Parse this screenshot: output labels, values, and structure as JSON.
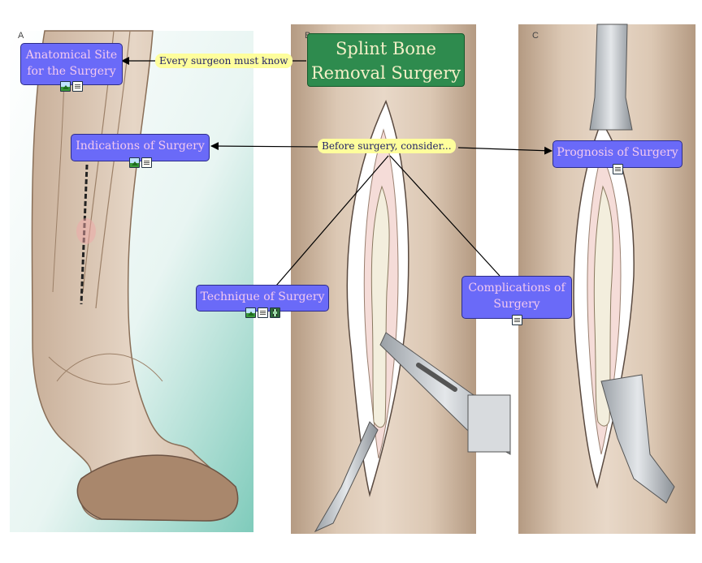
{
  "panels": {
    "a": "A",
    "b": "B",
    "c": "C"
  },
  "title": {
    "line1": "Splint Bone",
    "line2": "Removal Surgery"
  },
  "callouts": {
    "every_surgeon": "Every surgeon must know",
    "before_surgery": "Before surgery, consider..."
  },
  "nodes": {
    "anatomical_site": {
      "line1": "Anatomical Site",
      "line2": "for the Surgery",
      "icons": [
        "image-icon",
        "note-icon"
      ]
    },
    "indications": {
      "line1": "Indications of Surgery",
      "icons": [
        "image-icon",
        "note-icon"
      ]
    },
    "prognosis": {
      "line1": "Prognosis of Surgery",
      "icons": [
        "note-icon"
      ]
    },
    "technique": {
      "line1": "Technique of Surgery",
      "icons": [
        "image-icon",
        "note-icon",
        "video-icon"
      ]
    },
    "complications": {
      "line1": "Complications of",
      "line2": "Surgery",
      "icons": [
        "note-icon"
      ]
    }
  },
  "colors": {
    "node_fill": "#6a6af8",
    "node_text": "#f2c8ef",
    "title_fill": "#2e8b4e",
    "title_text": "#f4f0c8",
    "callout_fill": "#fefe9c"
  }
}
